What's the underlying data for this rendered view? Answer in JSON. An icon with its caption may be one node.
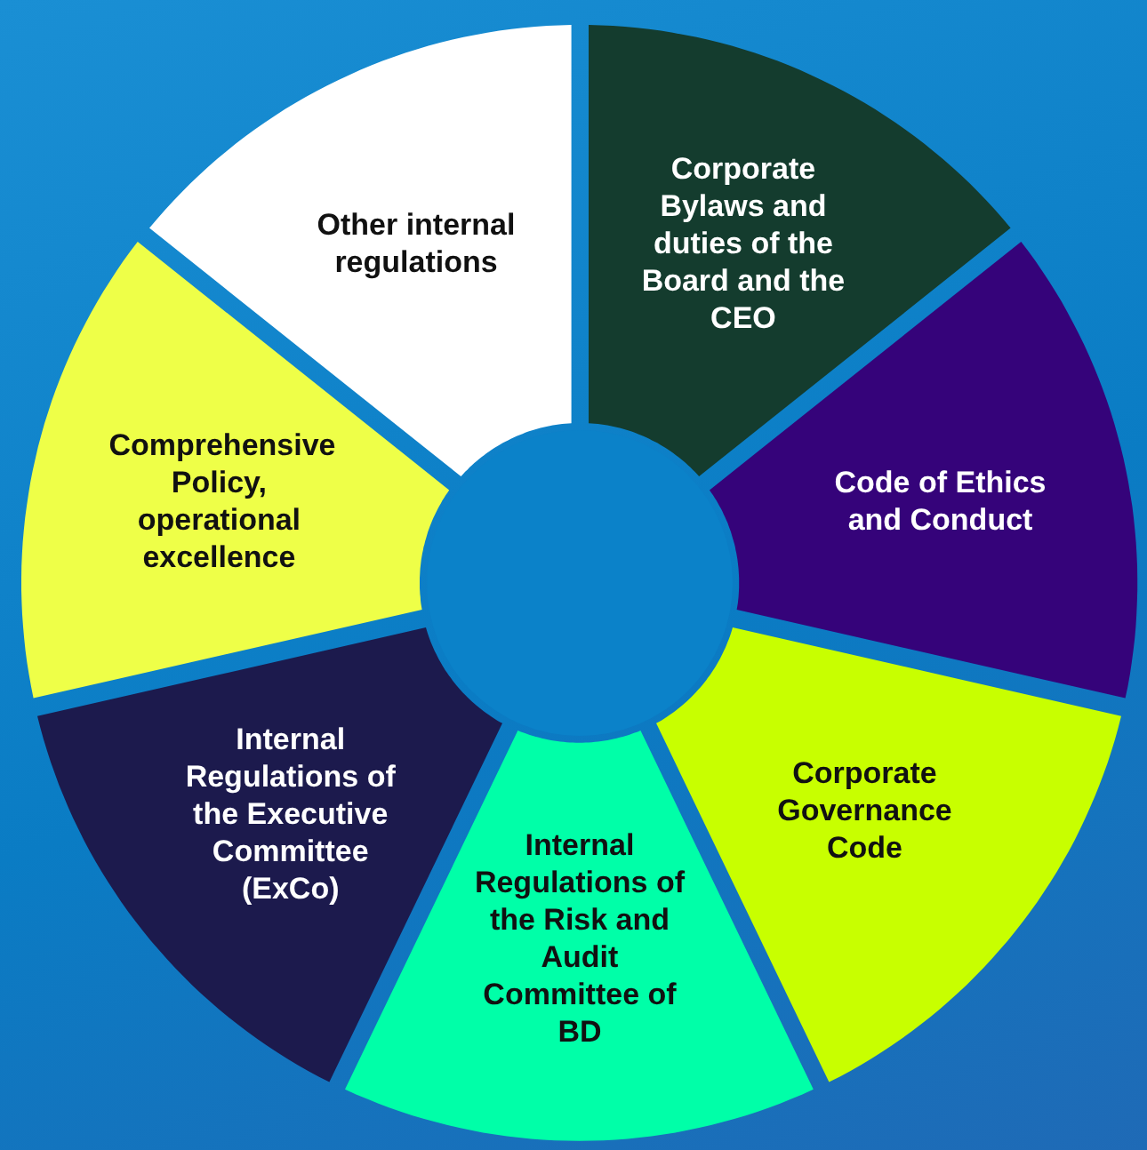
{
  "diagram": {
    "nodes": [
      {
        "text": [
          "Corporate Bylaws and duties of the Board and the CEO"
        ]
      },
      {
        "text": [
          "Code of Ethics and Conduct"
        ]
      },
      {
        "text": [
          "Corporate Governance Code"
        ]
      },
      {
        "text": [
          "Internal Regulations of the Risk and Audit Committee of BD"
        ]
      },
      {
        "text": [
          "Internal Regulations of the Executive Committee (ExCo)"
        ]
      },
      {
        "text": [
          "Comprehensive Policy, operational excellence"
        ]
      },
      {
        "text": [
          "Other internal regulations"
        ]
      },
      {
        "text": [],
        "shape": "circle"
      }
    ]
  }
}
